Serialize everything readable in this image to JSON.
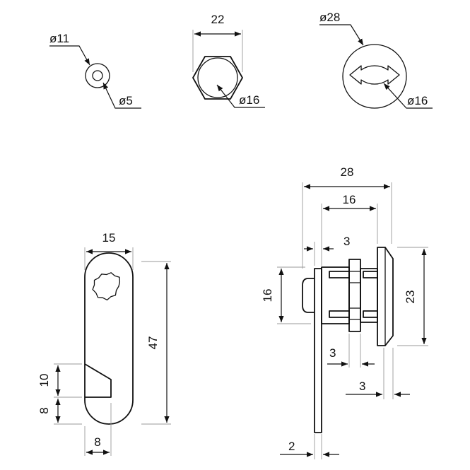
{
  "views": {
    "washer": {
      "outer_diameter": "ø11",
      "inner_diameter": "ø5"
    },
    "hex_nut": {
      "width": "22",
      "bore": "ø16"
    },
    "cylinder_front": {
      "outer_diameter": "ø28",
      "body_diameter": "ø16"
    },
    "cam": {
      "width": "15",
      "length": "47",
      "slot_depth": "10",
      "slot_offset": "8",
      "tip_width": "8"
    },
    "side_view": {
      "total_length": "28",
      "body_length": "16",
      "cam_gap": "3",
      "height_small": "16",
      "height_flange": "23",
      "nut_width": "3",
      "flange_thickness": "3",
      "cam_thickness": "2"
    }
  }
}
